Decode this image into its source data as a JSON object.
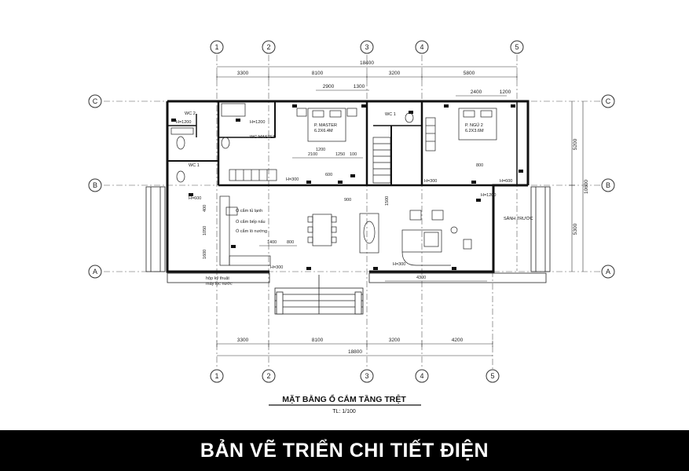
{
  "drawing": {
    "title": "MẶT BẰNG Ổ CẮM TẦNG TRỆT",
    "scale": "TL: 1/100"
  },
  "banner": {
    "text": "BẢN VẼ TRIỂN CHI TIẾT ĐIỆN"
  },
  "grid": {
    "top_axes": [
      "1",
      "2",
      "3",
      "4",
      "5"
    ],
    "bottom_axes": [
      "1",
      "2",
      "3",
      "4",
      "5"
    ],
    "left_axes": [
      "C",
      "B",
      "A"
    ],
    "right_axes": [
      "C",
      "B",
      "A"
    ]
  },
  "dimensions": {
    "top_total": "18400",
    "top_segments": [
      "3300",
      "8100",
      "3200",
      "5800"
    ],
    "top_sub_a": [
      "2900",
      "1300"
    ],
    "top_sub_b": [
      "2400",
      "1200"
    ],
    "bottom_total": "18800",
    "bottom_segments": [
      "3300",
      "8100",
      "3200",
      "4200"
    ],
    "right_total": "10600",
    "right_segments": [
      "5200",
      "5300"
    ],
    "inner": [
      "2100",
      "1250",
      "100",
      "900",
      "1400",
      "800",
      "4300",
      "800",
      "1500",
      "1200",
      "600"
    ],
    "left_vertical": [
      "400",
      "1050",
      "1600"
    ]
  },
  "rooms": {
    "wc2": "WC 2",
    "wc_master": "WC MASTER",
    "wc1_left": "WC 1",
    "wc1_right": "WC 1",
    "p_master": "P. MASTER",
    "p_master_size": "6.2X6.4M",
    "p_ngu2": "P. NGỦ 2",
    "p_ngu2_size": "6.2X3.6M",
    "sanh_truoc": "SẢNH TRƯỚC"
  },
  "labels": {
    "h1": "H=300",
    "h2": "H=1200",
    "h3": "H=600",
    "outlet_a": "Ổ cắm bếp nấu",
    "outlet_b": "Ổ cắm lò nướng",
    "outlet_c": "Ổ cắm tủ lạnh",
    "note_a": "hộp kỹ thuật",
    "note_b": "máy lọc nước"
  }
}
